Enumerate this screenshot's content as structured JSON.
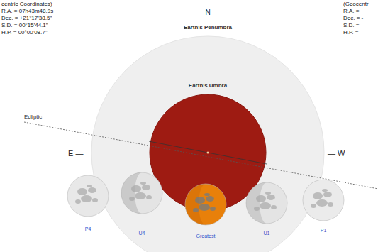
{
  "diagram": {
    "nodes": [
      {
        "text": [
          "Earth's Penumbra"
        ]
      },
      {
        "text": [
          "Earth's Umbra"
        ],
        "in": 0
      }
    ],
    "labels": [
      "centric Coordinates)",
      "R.A. = 07h43m48.9s",
      "Dec. = +21°17'38.5\"",
      "S.D. = 00°15'44.1\"",
      "H.P. = 00°00'08.7\"",
      "(Geocentr",
      "R.A. =",
      "Dec. = -",
      "S.D. =",
      "H.P. =",
      "N",
      "E —",
      "— W",
      "Ecliptic",
      "P4",
      "U4",
      "Greatest",
      "U1",
      "P1"
    ]
  }
}
